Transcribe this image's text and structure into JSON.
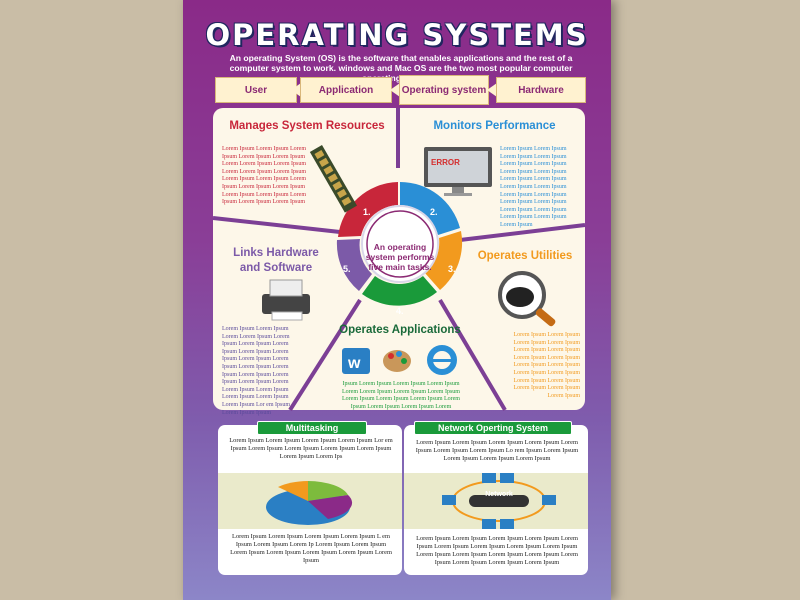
{
  "poster": {
    "title": "OPERATING SYSTEMS",
    "intro": "An operating System (OS) is the software that enables applications and the rest of a computer system to work. windows and Mac OS are the two most popular computer operating systems."
  },
  "flow": {
    "items": [
      "User",
      "Application",
      "Operating system",
      "Hardware"
    ]
  },
  "tasks": {
    "center": "An operating system performs five main tasks.",
    "t1": {
      "num": "1.",
      "title": "Manages System Resources",
      "lorem": "Lorem Ipsum Lorem Ipsum Lorem Ipsum Lorem Ipsum Lorem Ipsum Lorem Lorem Ipsum Lorem Ipsum Lorem Lorem Ipsum Lorem Ipsum Lorem Ipsum Lorem Ipsum Lorem Ipsum Lorem Ipsum Lorem Ipsum Lorem Ipsum Lorem Ipsum Lorem Ipsum Lorem Ipsum Lorem Ipsum"
    },
    "t2": {
      "num": "2.",
      "title": "Monitors Performance",
      "screen": "ERROR",
      "lorem": "Lorem Ipsum Lorem Ipsum Lorem Ipsum Lorem Ipsum Lorem Ipsum Lorem Ipsum Lorem Ipsum Lorem Ipsum Lorem Ipsum Lorem Ipsum Lorem Ipsum Lorem Ipsum Lorem Ipsum Lorem Ipsum Lorem Ipsum Lorem Ipsum Lorem Ipsum Lorem Ipsum Lorem Ipsum Lorem Ipsum Lorem Ipsum"
    },
    "t3": {
      "num": "3.",
      "title": "Operates Utilities",
      "lorem": "Lorem Ipsum Lorem Ipsum Lorem Ipsum Lorem Ipsum Lorem Ipsum Lorem Ipsum Lorem Ipsum Lorem Ipsum Lorem Ipsum Lorem Ipsum Lorem Ipsum Lorem Ipsum Lorem Ipsum Lorem Ipsum Lorem Ipsum Lorem Ipsum Lorem Ipsum"
    },
    "t4": {
      "num": "4.",
      "title": "Operates Applications",
      "lorem": "Ipsum Lorem Ipsum Lorem Ipsum Lorem Ipsum Lorem Lorem Ipsum Lorem Ipsum Lorem Ipsum Lorem Ipsum Lorem Ipsum Lorem Ipsum Lorem Ipsum Lorem Ipsum Lorem Ipsum Lorem"
    },
    "t5": {
      "num": "5.",
      "title": "Links Hardware and Software",
      "lorem": "Lorem Ipsum Lorem Ipsum Lorem Lorem Ipsum Lorem Ipsum Lorem Ipsum Lorem Ipsum Lorem Ipsum Lorem Ipsum Lorem Ipsum Lorem Ipsum Lorem Ipsum Lorem Ipsum Lorem Ipsum Lorem Ipsum Lorem Ipsum Lorem Lorem Ipsum Lorem Ipsum Lorem Ipsum Lorem Ipsum Lorem Ipsum Lor em Ipsum Lorem Ipsum Ipsum"
    }
  },
  "multitasking": {
    "title": "Multitasking",
    "top": "Lorem Ipsum Lorem Ipsum Lorem Ipsum Lorem Ipsum Lor em Ipsum Lorem Ipsum Lorem Ipsum Lorem Ipsum Lorem Ipsum Lorem Ipsum Lorem Ips",
    "bottom": "Lorem Ipsum Lorem Ipsum Lorem Ipsum Lorem Ipsum L em Ipsum Lorem Ipsum Lorem Ip Lorem Ipsum Lorem Ipsum Lorem Ipsum Lorem Ipsum Lorem Ipsum Lorem Ipsum Lorem Ipsum"
  },
  "network": {
    "title": "Network Operting System",
    "label": "Network",
    "top": "Lorem Ipsum Lorem Ipsum Lorem Ipsum Lorem Ipsum Lorem Ipsum Lorem Ipsum Lorem Ipsum Lo rem Ipsum Lorem Ipsum Lorem Ipsum Lorem Ipsum Lorem Ipsum",
    "bottom": "Lorem Ipsum Lorem Ipsum Lorem Ipsum Lorem Ipsum Lorem Ipsum Lorem Ipsum Lorem Ipsum Lorem Ipsum Lorem Ipsum Lorem Ipsum Lorem Ipsum Lorem Ipsum Lorem Ipsum Lorem Ipsum Lorem Ipsum Lorem Ipsum Lorem Ipsum"
  },
  "colors": {
    "red": "#c8263a",
    "blue": "#2a8fd6",
    "orange": "#f29a1e",
    "green": "#1a9a3a",
    "purple": "#7c5aa8"
  },
  "icons": [
    "memory-icon",
    "monitor-icon",
    "bug-magnifier-icon",
    "app-icons",
    "printer-icon",
    "pie-chart-icon",
    "network-icon"
  ]
}
